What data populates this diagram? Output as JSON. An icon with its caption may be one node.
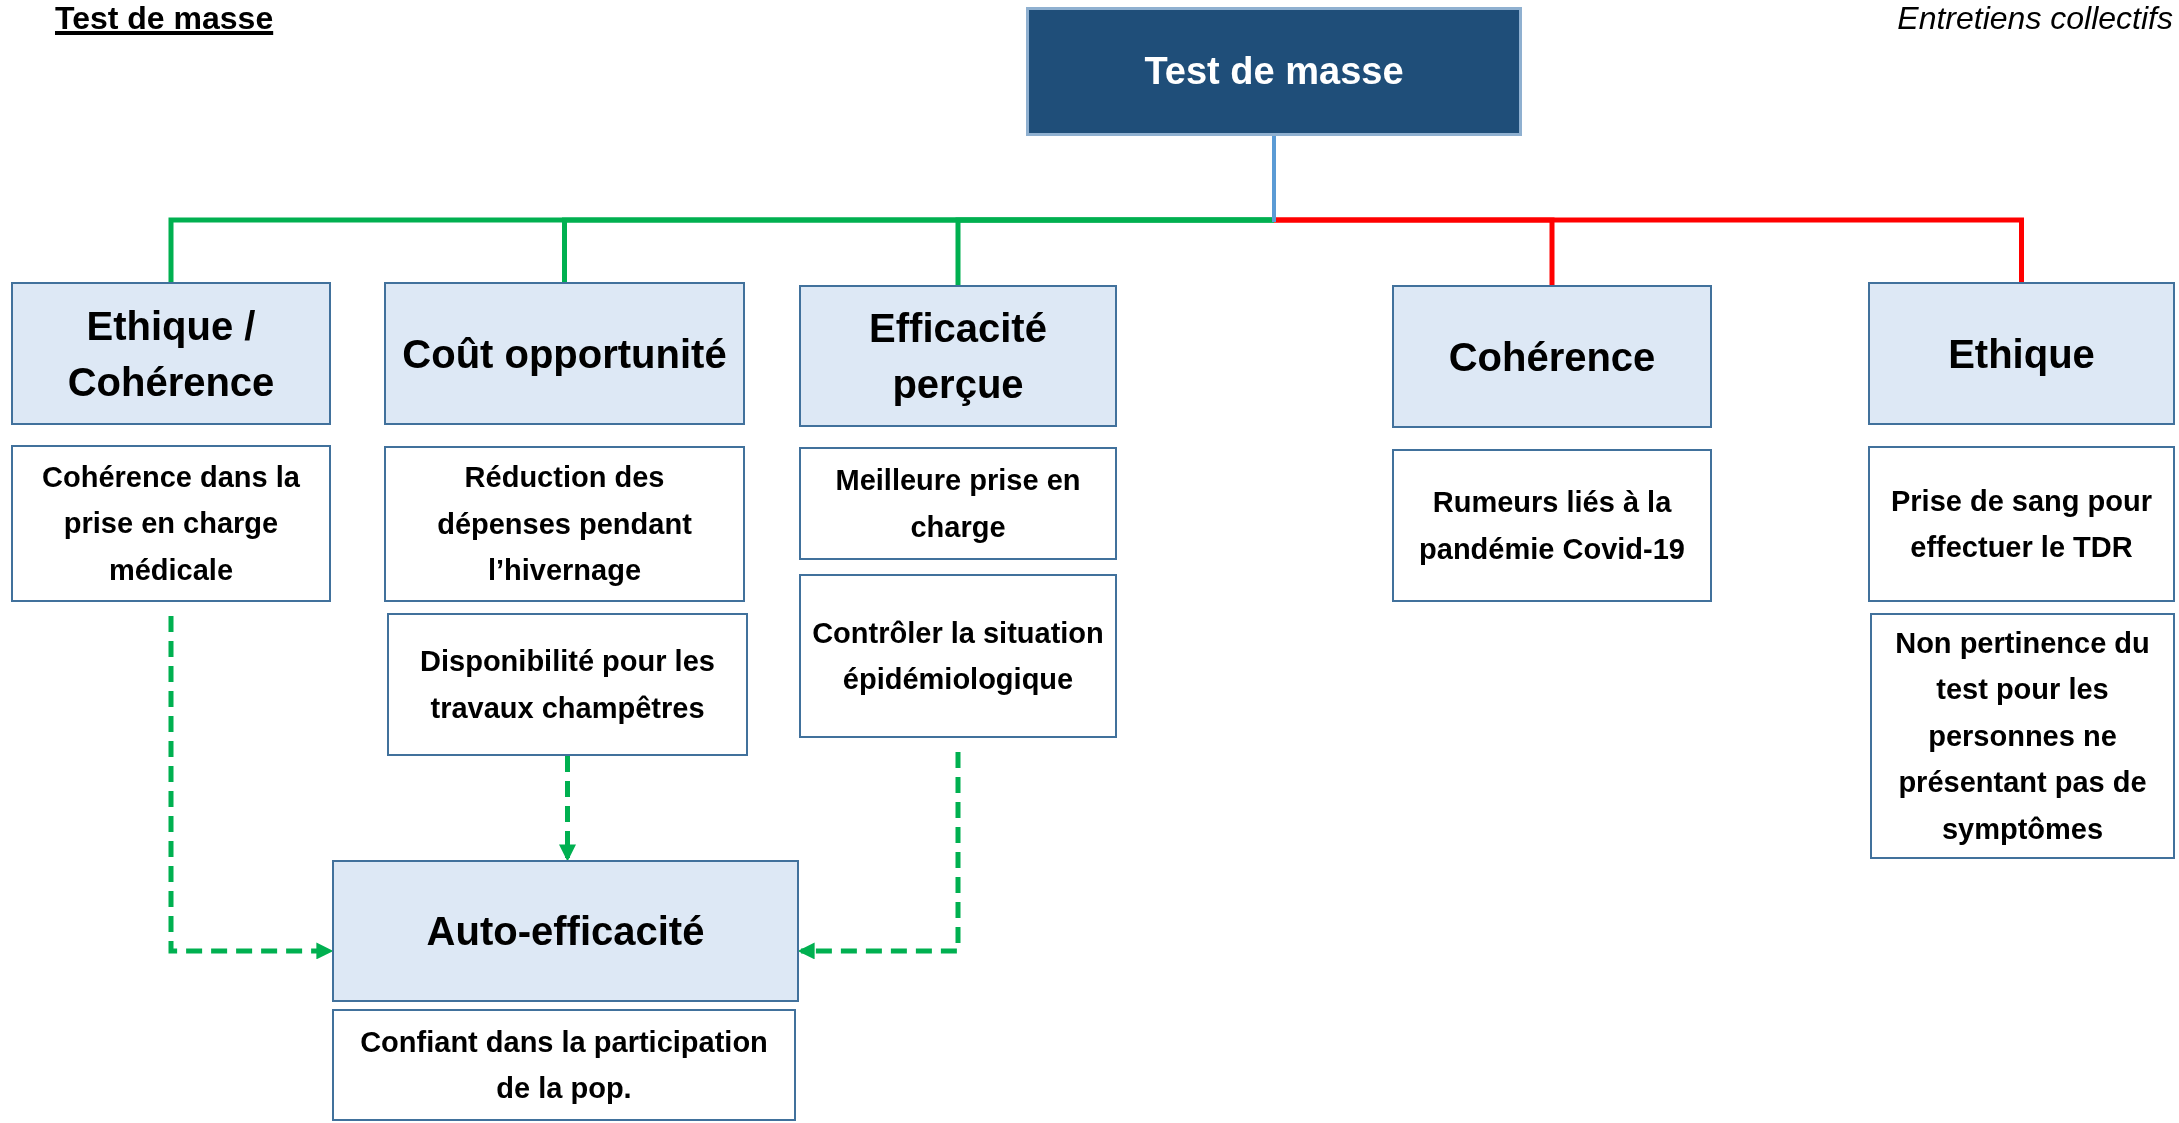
{
  "diagram": {
    "nodes": [
      {
        "text": [
          "Test de masse"
        ]
      },
      {
        "text": [
          "Ethique / Cohérence"
        ]
      },
      {
        "text": [
          "Coût opportunité"
        ]
      },
      {
        "text": [
          "Efficacité perçue"
        ]
      },
      {
        "text": [
          "Cohérence"
        ]
      },
      {
        "text": [
          "Ethique"
        ]
      },
      {
        "text": [
          "Cohérence dans la prise en charge médicale"
        ]
      },
      {
        "text": [
          "Réduction des dépenses pendant l’hivernage"
        ]
      },
      {
        "text": [
          "Disponibilité pour les travaux champêtres"
        ]
      },
      {
        "text": [
          "Meilleure prise en charge"
        ]
      },
      {
        "text": [
          "Contrôler la situation épidémiologique"
        ]
      },
      {
        "text": [
          "Rumeurs liés à la pandémie Covid-19"
        ]
      },
      {
        "text": [
          "Prise de sang pour effectuer le TDR"
        ]
      },
      {
        "text": [
          "Non pertinence du test pour les personnes ne présentant pas de symptômes"
        ]
      },
      {
        "text": [
          "Auto-efficacité"
        ]
      },
      {
        "text": [
          "Confiant dans la participation de la pop."
        ]
      }
    ],
    "edges": [
      {
        "from": 0,
        "to": 1,
        "arrow": "none",
        "color": "#00b050"
      },
      {
        "from": 0,
        "to": 2,
        "arrow": "none",
        "color": "#00b050"
      },
      {
        "from": 0,
        "to": 3,
        "arrow": "none",
        "color": "#00b050"
      },
      {
        "from": 0,
        "to": 4,
        "arrow": "none",
        "color": "#ff0000"
      },
      {
        "from": 0,
        "to": 5,
        "arrow": "none",
        "color": "#ff0000"
      },
      {
        "from": 6,
        "to": 14,
        "arrow": "to",
        "style": "dashed",
        "color": "#00b050"
      },
      {
        "from": 8,
        "to": 14,
        "arrow": "to",
        "style": "dashed",
        "color": "#00b050"
      },
      {
        "from": 10,
        "to": 14,
        "arrow": "to",
        "style": "dashed",
        "color": "#00b050"
      }
    ],
    "labels": [
      "Test de masse",
      "Entretiens collectifs"
    ]
  }
}
